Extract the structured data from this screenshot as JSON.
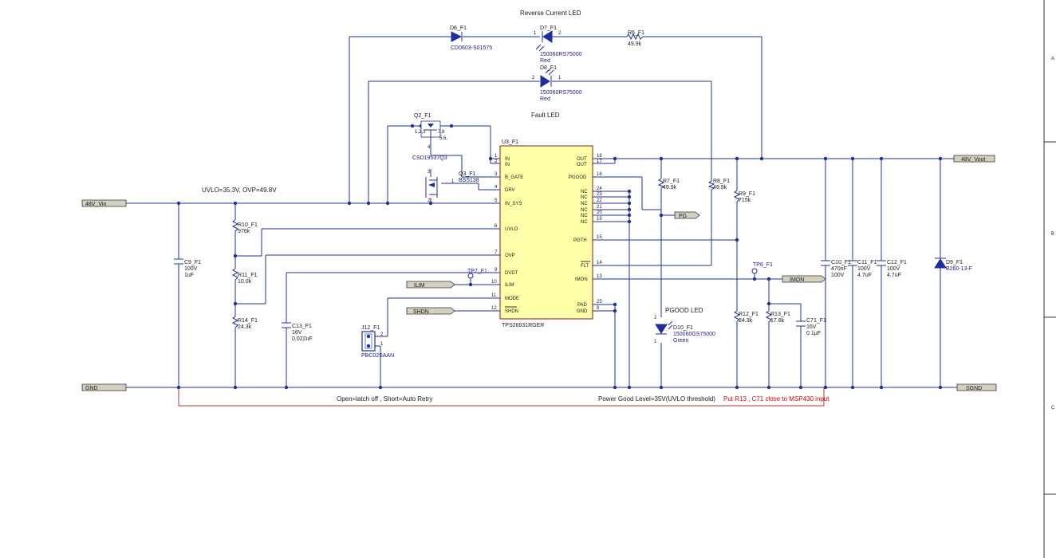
{
  "labels": {
    "reverse_led": "Reverse Current LED",
    "fault_led": "Fault LED",
    "pgood_led": "PGOOD LED",
    "uvlo_ovp": "UVLO=35.3V, OVP=49.8V",
    "latch_note": "Open=latch off , Short=Auto Retry",
    "pg_level": "Power Good Level=35V(UVLO threshold)",
    "r13_note": "Put R13 , C71 close to MSP430 input"
  },
  "ports": {
    "vin": "48V_Vin",
    "vout": "48V_Vout",
    "gnd": "GND",
    "sgnd": "SGND",
    "pg": "PG",
    "ilim": "ILIM",
    "shdn": "SHDN",
    "imon": "IMON"
  },
  "parts": {
    "d6": {
      "ref": "D6_F1",
      "val": "CD0603-S01575"
    },
    "d7": {
      "ref": "D7_F1",
      "val": "150060RS75000",
      "val2": "Red"
    },
    "d8": {
      "ref": "D8_F1",
      "val": "150060RS75000",
      "val2": "Red"
    },
    "r6": {
      "ref": "R6_F1",
      "val": "49.9k"
    },
    "q2": {
      "ref": "Q2_F1",
      "val": "CSD19537Q3",
      "pins_a": "1,2,3",
      "pins_b": "7,8",
      "pins_c": "5,6,"
    },
    "q3": {
      "ref": "Q3_F1",
      "val": "BSS138"
    },
    "u3": {
      "ref": "U3_F1",
      "val": "TPS26631RGER"
    },
    "r7": {
      "ref": "R7_F1",
      "val": "49.9k"
    },
    "r8": {
      "ref": "R8_F1",
      "val": "49.9k"
    },
    "r9": {
      "ref": "R9_F1",
      "val": "715k"
    },
    "r10": {
      "ref": "R10_F1",
      "val": "976k"
    },
    "r11": {
      "ref": "R11_F1",
      "val": "10.0k"
    },
    "r14": {
      "ref": "R14_F1",
      "val": "24.3k"
    },
    "r12": {
      "ref": "R12_F1",
      "val": "24.3k"
    },
    "r13": {
      "ref": "R13_F1",
      "val": "17.8k"
    },
    "c9": {
      "ref": "C9_F1",
      "val": "100V",
      "val2": "1uF"
    },
    "c13": {
      "ref": "C13_F1",
      "val": "16V",
      "val2": "0.022uF"
    },
    "c71": {
      "ref": "C71_F1",
      "val": "16V",
      "val2": "0.1µF"
    },
    "c10": {
      "ref": "C10_F1",
      "val": "470nF",
      "val2": "100V"
    },
    "c11": {
      "ref": "C11_F1",
      "val": "100V",
      "val2": "4.7uF"
    },
    "c12": {
      "ref": "C12_F1",
      "val": "100V",
      "val2": "4.7uF"
    },
    "d9": {
      "ref": "D9_F1",
      "val": "B260-13-F"
    },
    "d10": {
      "ref": "D10_F1",
      "val": "150060GS75000",
      "val2": "Green"
    },
    "j12": {
      "ref": "J12_F1",
      "val": "PBC02SAAN"
    },
    "tp6": {
      "ref": "TP6_F1"
    },
    "tp7": {
      "ref": "TP7_F1"
    }
  },
  "ic_left_pins": [
    {
      "num": "1",
      "name": "IN"
    },
    {
      "num": "2",
      "name": "IN"
    },
    {
      "num": "3",
      "name": "B_GATE"
    },
    {
      "num": "4",
      "name": "DRV"
    },
    {
      "num": "5",
      "name": "IN_SYS"
    },
    {
      "num": "6",
      "name": "UVLO"
    },
    {
      "num": "7",
      "name": "OVP"
    },
    {
      "num": "9",
      "name": "DVDT"
    },
    {
      "num": "10",
      "name": "ILIM"
    },
    {
      "num": "11",
      "name": "MODE"
    },
    {
      "num": "12",
      "name": "SHDN"
    }
  ],
  "ic_right_pins": [
    {
      "num": "18",
      "name": "OUT"
    },
    {
      "num": "17",
      "name": "OUT"
    },
    {
      "num": "16",
      "name": "PGOOD"
    },
    {
      "num": "24",
      "name": "NC"
    },
    {
      "num": "23",
      "name": "NC"
    },
    {
      "num": "22",
      "name": "NC"
    },
    {
      "num": "21",
      "name": "NC"
    },
    {
      "num": "20",
      "name": "NC"
    },
    {
      "num": "19",
      "name": "NC"
    },
    {
      "num": "15",
      "name": "PGTH"
    },
    {
      "num": "14",
      "name": "FLT"
    },
    {
      "num": "13",
      "name": "IMON"
    },
    {
      "num": "25",
      "name": "PAD"
    },
    {
      "num": "8",
      "name": "GND"
    }
  ],
  "misc_pins": {
    "d7_1": "1",
    "d7_2": "2",
    "d8_2": "2",
    "d8_1": "1",
    "q3_1": "1",
    "q3_2": "2",
    "q3_3": "3",
    "q2_4": "4",
    "d10_2": "2",
    "d10_1": "1",
    "j12_2": "2",
    "j12_1": "1"
  },
  "border": {
    "a": "A",
    "b": "B",
    "c": "C"
  }
}
